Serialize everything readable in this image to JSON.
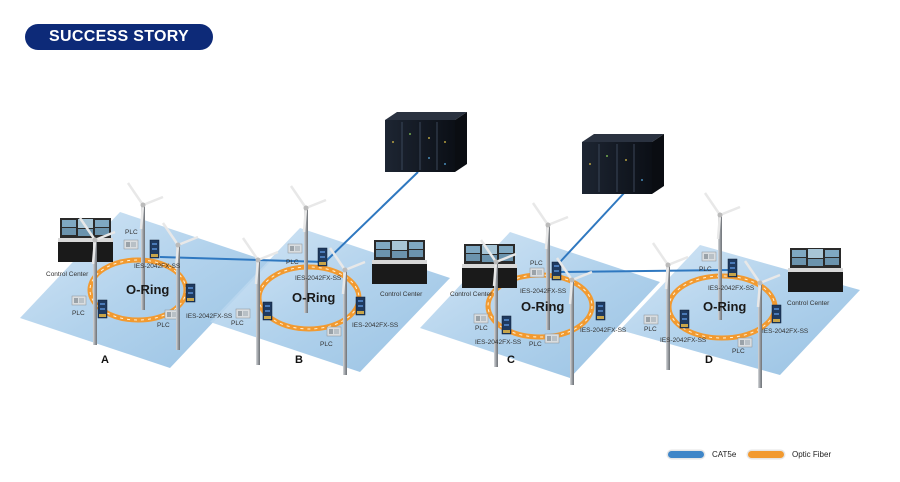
{
  "header": {
    "title": "SUCCESS STORY"
  },
  "colors": {
    "badge": "#0d2a78",
    "cat5e": "#3f86c8",
    "fiber": "#f29a30",
    "platform": "#a9cdea"
  },
  "sites": [
    {
      "id": "A",
      "ring_label": "O-Ring",
      "control_center": "Control Center",
      "switch_labels": [
        "IES-2042FX-SS",
        "IES-2042FX-SS"
      ],
      "plc_labels": [
        "PLC",
        "PLC",
        "PLC"
      ]
    },
    {
      "id": "B",
      "ring_label": "O-Ring",
      "control_center": "Control Center",
      "switch_labels": [
        "IES-2042FX-SS",
        "IES-2042FX-SS"
      ],
      "plc_labels": [
        "PLC",
        "PLC",
        "PLC"
      ]
    },
    {
      "id": "C",
      "ring_label": "O-Ring",
      "control_center": "Control Center",
      "switch_labels": [
        "IES-2042FX-SS",
        "IES-2042FX-SS",
        "IES-2042FX-SS"
      ],
      "plc_labels": [
        "PLC",
        "PLC",
        "PLC"
      ]
    },
    {
      "id": "D",
      "ring_label": "O-Ring",
      "control_center": "Control Center",
      "switch_labels": [
        "IES-2042FX-SS",
        "IES-2042FX-SS",
        "IES-2042FX-SS"
      ],
      "plc_labels": [
        "PLC",
        "PLC",
        "PLC"
      ]
    }
  ],
  "legend": [
    {
      "label": "CAT5e",
      "color": "#3f86c8"
    },
    {
      "label": "Optic Fiber",
      "color": "#f29a30"
    }
  ]
}
